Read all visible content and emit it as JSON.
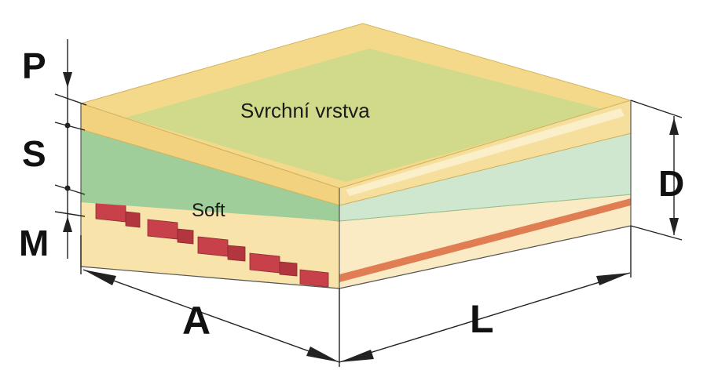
{
  "labels": {
    "top_layer": "Svrchní vrstva",
    "soft_layer": "Soft"
  },
  "dimensions": {
    "p": "P",
    "s": "S",
    "m": "M",
    "a": "A",
    "l": "L",
    "d": "D"
  },
  "colors": {
    "top_layer": "#f5d98a",
    "top_layer_tint": "#c9d98a",
    "soft_layer": "#9fce9a",
    "soft_layer_side": "#cfe6cf",
    "base_layer": "#f8e3ab",
    "support_blocks": "#c8404a",
    "base_stripe": "#e07d52"
  }
}
